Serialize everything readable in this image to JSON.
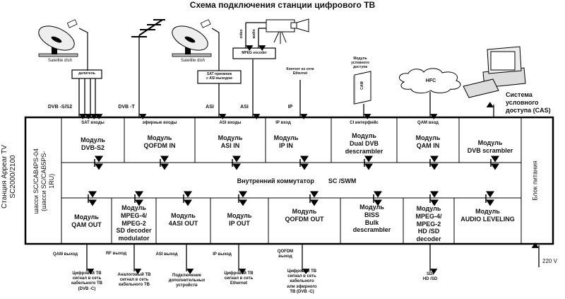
{
  "title": "Схема подключения станции цифрового ТВ",
  "station_label": "Станция Appear TV\nSC2000/2100",
  "chassis_label": "шасси SC/CAB4PS-04\n(шасси  SC/CAB5PS-1RU)",
  "power_label": "Блок питания",
  "switch_label": "Внутренний коммутатор        SC /SWM",
  "sources": {
    "dish1": "Satellite dish",
    "dish2": "Satellite dish",
    "splitter": "делитель",
    "sat_receiver": "SAT  приемник\nс ASI  выходом",
    "mpeg_encoder": "MPEG encoder",
    "video": "video",
    "audio": "audio",
    "ethernet": "Контент из сети\nEthernet",
    "cam_module": "Модуль\nусловного\nдоступа",
    "cam": "CAM",
    "hfc": "HFC",
    "cas": "Система условного\nдоступа (CAS)"
  },
  "input_labels": [
    "DVB -S/S2",
    "DVB -T",
    "ASI",
    "ASI",
    "IP"
  ],
  "top_modules": [
    {
      "port": "SAT  входы",
      "name": "Модуль\nDVB-S2"
    },
    {
      "port": "эфирные входы",
      "name": "Модуль\nQOFDM IN"
    },
    {
      "port": "ASI  входы",
      "name": "Модуль\nASI IN"
    },
    {
      "port": "IP  вход",
      "name": "Модуль\nIP IN"
    },
    {
      "port": "CI  интерфейс",
      "name": "Модуль\nDual DVB\ndescrambler"
    },
    {
      "port": "QAM  вход",
      "name": "Модуль\nQAM IN"
    },
    {
      "port": "",
      "name": "Модуль\nDVB scrambler"
    }
  ],
  "bottom_modules": [
    {
      "name": "Модуль\nQAM OUT"
    },
    {
      "name": "Модуль\nMPEG-4/\nMPEG-2\nSD decoder\nmodulator"
    },
    {
      "name": "Модуль\n4ASI OUT"
    },
    {
      "name": "Модуль\nIP OUT"
    },
    {
      "name": "Модуль\nQOFDM OUT"
    },
    {
      "name": "Модуль\nBISS\nBulk\ndescrambler"
    },
    {
      "name": "Модуль\nMPEG-4/\nMPEG-2\nHD /SD\ndecoder"
    },
    {
      "name": "Модуль\nAUDIO LEVELING"
    }
  ],
  "outputs": [
    {
      "port": "QAM  выход",
      "dest": "Цифровой ТВ\nсигнал в сеть\nкабельного ТВ\n(DVB -C)"
    },
    {
      "port": "RF  выход",
      "dest": "Аналоговый ТВ\nсигнал в сеть\nкабельного ТВ"
    },
    {
      "port": "ASI  выход",
      "dest": "Подключение\nдополнительных\nустройств"
    },
    {
      "port": "IP  выход",
      "dest": "Цифровой ТВ\nсигнал    в сеть\nEthernet"
    },
    {
      "port": "QOFDM\nвыход",
      "dest": "Цифровой ТВ\nсигнал в сеть\nкабельного\nили эфирного\nТВ  (DVB -C)"
    },
    {
      "port": "",
      "dest": "SDI\nHD /SD"
    }
  ],
  "power_input": "220 V"
}
